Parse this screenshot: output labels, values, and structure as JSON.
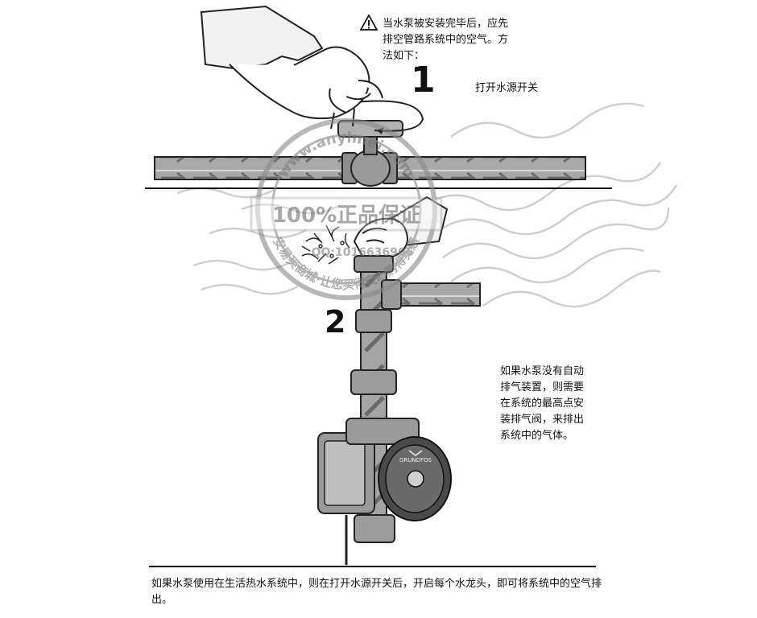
{
  "warning": {
    "icon": "warning-triangle-icon",
    "text": "当水泵被安装完毕后，应先排空管路系统中的空气。方法如下："
  },
  "step1": {
    "number": "1",
    "caption": "打开水源开关"
  },
  "step2": {
    "number": "2"
  },
  "auto_vent_note": "如果水泵没有自动排气装置，则需要在系统的最高点安装排气阀，来排出系统中的气体。",
  "bottom_note": "如果水泵使用在生活热水系统中，则在打开水源开关后，开启每个水龙头，即可将系统中的空气排出。",
  "watermark": {
    "ring_text": "www.anyimei.com",
    "center_text": "100%正品保证",
    "sub_text": "QQ:1016636966",
    "bottom_text": "安易买商城·让您买得安心购得实惠"
  },
  "pump_brand": "GRUNDFOS",
  "colors": {
    "pipe": "#9a9a9a",
    "pipe_dark": "#555555",
    "ink": "#111111",
    "watermark": "#8a8a8a"
  }
}
